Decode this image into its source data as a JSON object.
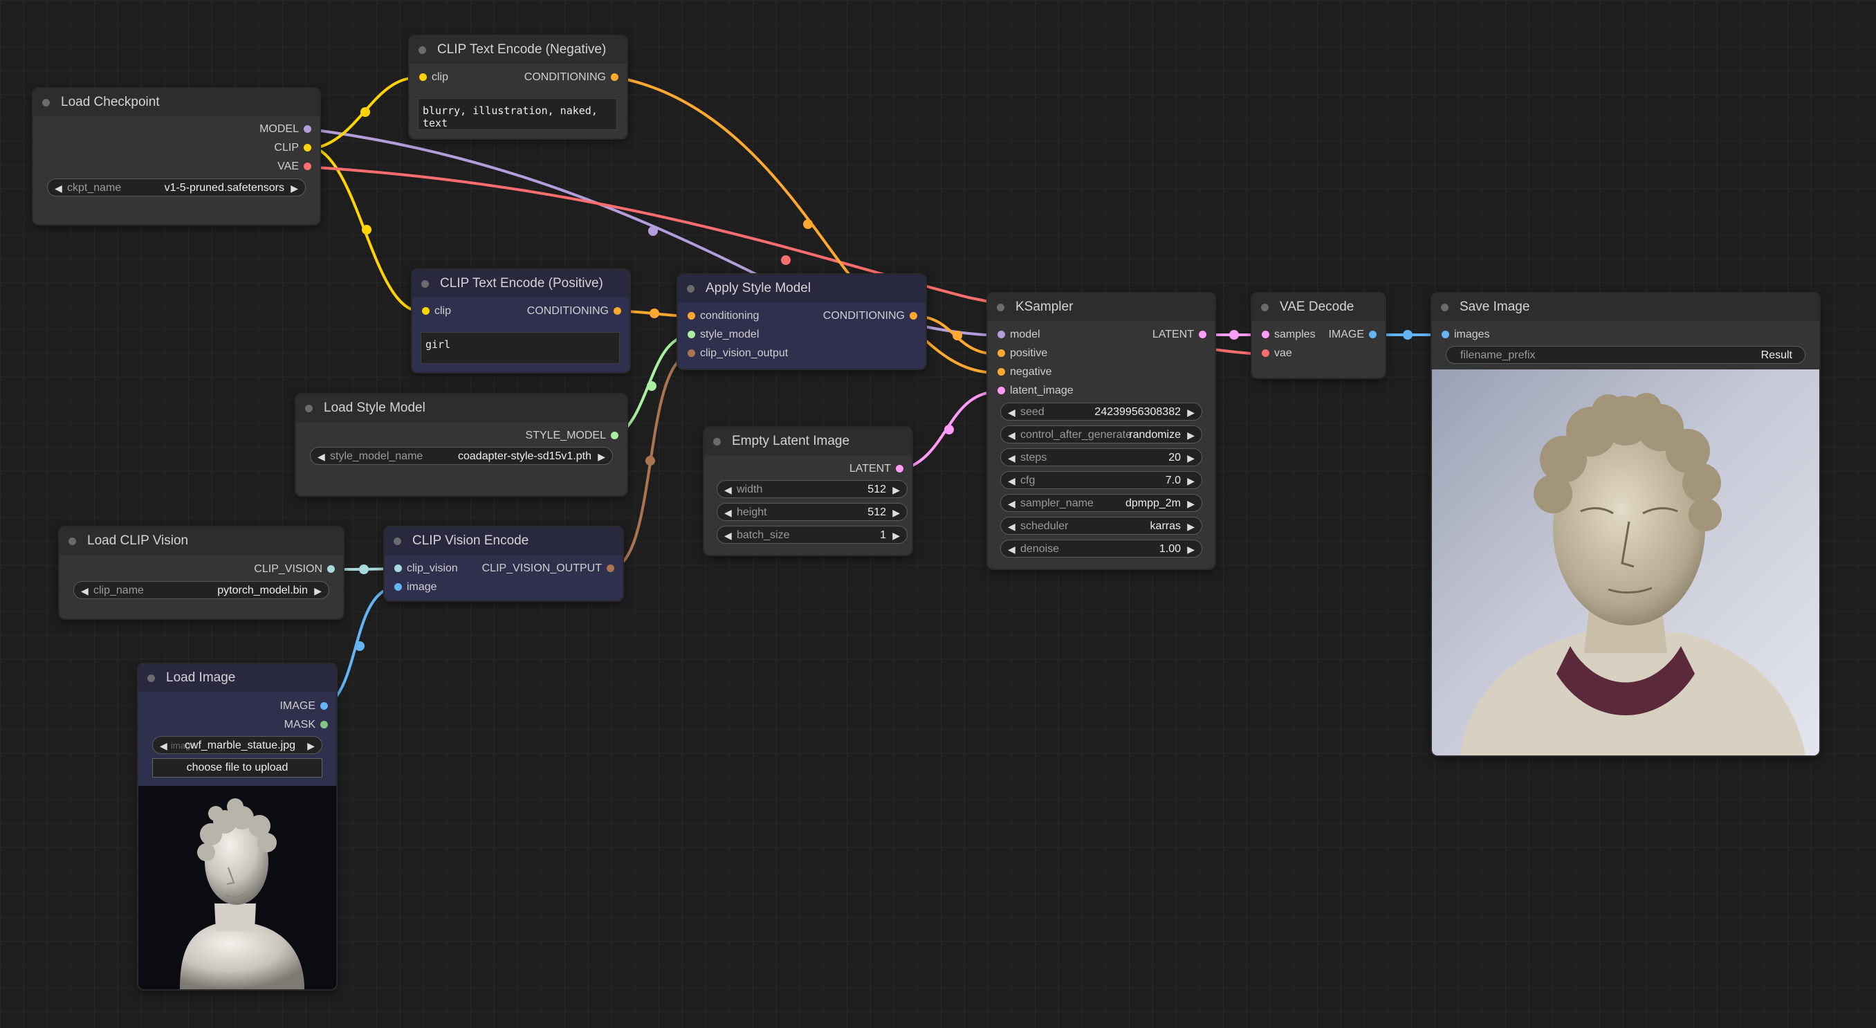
{
  "colors": {
    "clip": "#ffd400",
    "model": "#b39ddb",
    "vae": "#ff6e6e",
    "conditioning": "#ffa931",
    "style_model": "#a9f0a0",
    "clip_vision": "#a8dadc",
    "clip_vision_output": "#ad7452",
    "image": "#64b5f6",
    "latent": "#ff9cf9",
    "mask": "#81c784"
  },
  "nodes": {
    "load_checkpoint": {
      "title": "Load Checkpoint",
      "outputs": [
        "MODEL",
        "CLIP",
        "VAE"
      ],
      "widget_label": "ckpt_name",
      "widget_value": "v1-5-pruned.safetensors"
    },
    "clip_negative": {
      "title": "CLIP Text Encode (Negative)",
      "input": "clip",
      "output": "CONDITIONING",
      "text": "blurry, illustration, naked, text"
    },
    "clip_positive": {
      "title": "CLIP Text Encode (Positive)",
      "input": "clip",
      "output": "CONDITIONING",
      "text": "girl"
    },
    "apply_style": {
      "title": "Apply Style Model",
      "inputs": [
        "conditioning",
        "style_model",
        "clip_vision_output"
      ],
      "output": "CONDITIONING"
    },
    "load_style": {
      "title": "Load Style Model",
      "output": "STYLE_MODEL",
      "widget_label": "style_model_name",
      "widget_value": "coadapter-style-sd15v1.pth"
    },
    "load_clip_vision": {
      "title": "Load CLIP Vision",
      "output": "CLIP_VISION",
      "widget_label": "clip_name",
      "widget_value": "pytorch_model.bin"
    },
    "clip_vision_encode": {
      "title": "CLIP Vision Encode",
      "inputs": [
        "clip_vision",
        "image"
      ],
      "output": "CLIP_VISION_OUTPUT"
    },
    "load_image": {
      "title": "Load Image",
      "outputs": [
        "IMAGE",
        "MASK"
      ],
      "widget_label": "image",
      "widget_value": "cwf_marble_statue.jpg",
      "upload_label": "choose file to upload"
    },
    "empty_latent": {
      "title": "Empty Latent Image",
      "output": "LATENT",
      "widgets": [
        {
          "label": "width",
          "value": "512"
        },
        {
          "label": "height",
          "value": "512"
        },
        {
          "label": "batch_size",
          "value": "1"
        }
      ]
    },
    "ksampler": {
      "title": "KSampler",
      "inputs": [
        "model",
        "positive",
        "negative",
        "latent_image"
      ],
      "output": "LATENT",
      "widgets": [
        {
          "label": "seed",
          "value": "24239956308382"
        },
        {
          "label": "control_after_generate",
          "value": "randomize"
        },
        {
          "label": "steps",
          "value": "20"
        },
        {
          "label": "cfg",
          "value": "7.0"
        },
        {
          "label": "sampler_name",
          "value": "dpmpp_2m"
        },
        {
          "label": "scheduler",
          "value": "karras"
        },
        {
          "label": "denoise",
          "value": "1.00"
        }
      ]
    },
    "vae_decode": {
      "title": "VAE Decode",
      "inputs": [
        "samples",
        "vae"
      ],
      "output": "IMAGE"
    },
    "save_image": {
      "title": "Save Image",
      "input": "images",
      "widget_label": "filename_prefix",
      "widget_value": "Result"
    }
  }
}
